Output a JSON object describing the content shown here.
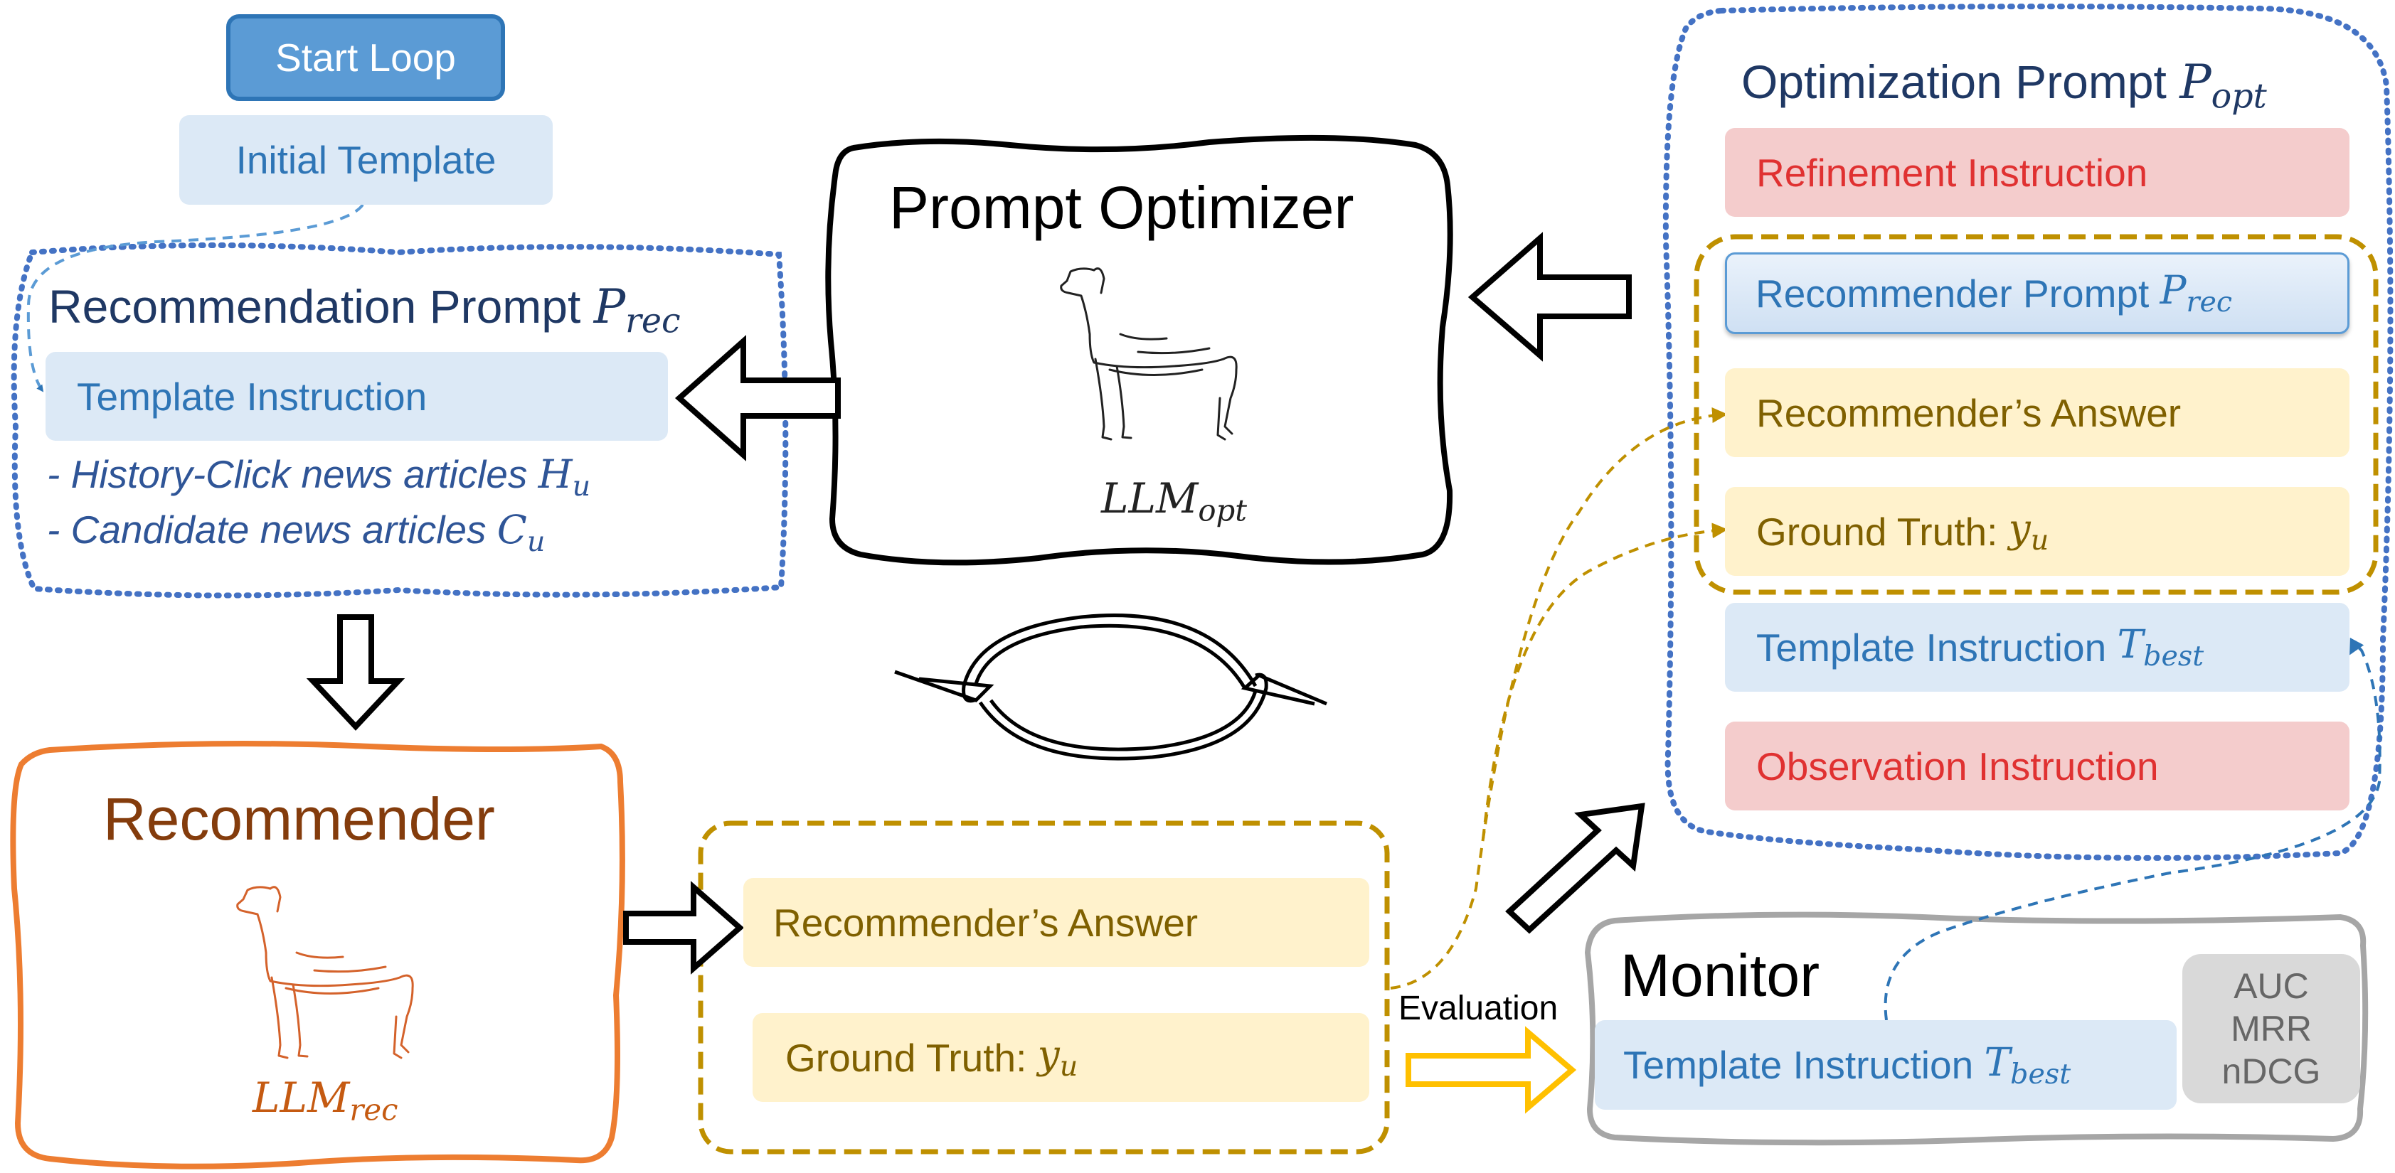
{
  "start_loop": "Start Loop",
  "initial_template": "Initial Template",
  "rec_prompt": {
    "title": "Recommendation Prompt",
    "symbol": "P",
    "symbol_sub": "rec",
    "template_instruction": "Template Instruction",
    "history_item": "- History-Click news articles",
    "history_symbol": "H",
    "history_sub": "u",
    "candidate_item": "- Candidate news articles",
    "candidate_symbol": "C",
    "candidate_sub": "u"
  },
  "optimizer": {
    "title": "Prompt Optimizer",
    "model_symbol": "LLM",
    "model_sub": "opt"
  },
  "recommender": {
    "title": "Recommender",
    "model_symbol": "LLM",
    "model_sub": "rec"
  },
  "output": {
    "answer": "Recommender’s Answer",
    "ground_truth": "Ground Truth:",
    "gt_symbol": "y",
    "gt_sub": "u"
  },
  "evaluation": "Evaluation",
  "monitor": {
    "title": "Monitor",
    "template_instruction": "Template Instruction",
    "best_symbol": "T",
    "best_sub": "best",
    "metrics": [
      "AUC",
      "MRR",
      "nDCG"
    ]
  },
  "opt_prompt": {
    "title": "Optimization Prompt",
    "symbol": "P",
    "symbol_sub": "opt",
    "refinement": "Refinement Instruction",
    "recommender_prompt": "Recommender Prompt",
    "rec_symbol": "P",
    "rec_sub": "rec",
    "answer": "Recommender’s Answer",
    "ground_truth": "Ground Truth:",
    "gt_symbol": "y",
    "gt_sub": "u",
    "template_best": "Template Instruction",
    "best_symbol": "T",
    "best_sub": "best",
    "observation": "Observation Instruction"
  },
  "colors": {
    "dark_blue": "#1f3864",
    "mid_blue": "#2e75b6",
    "dotted_blue": "#4472c4",
    "orange": "#ed7d31",
    "brown": "#843c0c",
    "gold": "#bf9000",
    "gray": "#a6a6a6",
    "red": "#e03131"
  }
}
